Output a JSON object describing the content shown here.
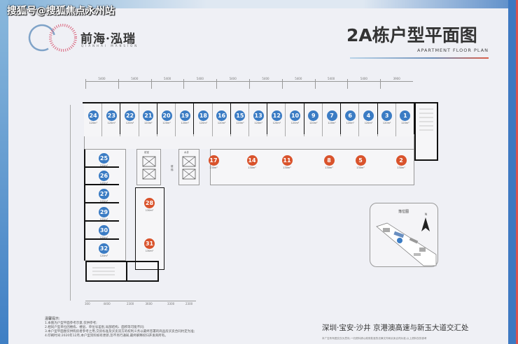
{
  "watermark": "搜狐号@搜狐焦点永州站",
  "brand": {
    "name": "前海·泓瑞",
    "subtitle": "QIANHAI MANSION"
  },
  "header": {
    "title": "2A栋户型平面图",
    "subtitle": "APARTMENT FLOOR PLAN"
  },
  "colors": {
    "blue_unit": "#3b7cc4",
    "orange_unit": "#d9532c",
    "stripe_blue": "#3d79c2",
    "stripe_red": "#d9534f"
  },
  "dimensions": {
    "top": [
      "5400",
      "5400",
      "5400",
      "5400",
      "5400",
      "5400",
      "5400",
      "5400",
      "5400",
      "3900"
    ],
    "bottom": [
      "300",
      "4400",
      "2300",
      "3600",
      "3300",
      "2300"
    ]
  },
  "floorplan": {
    "top_row": [
      {
        "no": "24",
        "area": "120m²"
      },
      {
        "no": "23",
        "area": "120m²"
      },
      {
        "no": "22",
        "area": "120m²"
      },
      {
        "no": "21",
        "area": "120m²"
      },
      {
        "no": "20",
        "area": "120m²"
      },
      {
        "no": "19",
        "area": "120m²"
      },
      {
        "no": "18",
        "area": "120m²"
      },
      {
        "no": "16",
        "area": "120m²"
      },
      {
        "no": "15",
        "area": "120m²"
      },
      {
        "no": "13",
        "area": "120m²"
      },
      {
        "no": "12",
        "area": "120m²"
      },
      {
        "no": "10",
        "area": "120m²"
      },
      {
        "no": "9",
        "area": "120m²"
      },
      {
        "no": "7",
        "area": "120m²"
      },
      {
        "no": "6",
        "area": "120m²"
      },
      {
        "no": "4",
        "area": "120m²"
      },
      {
        "no": "3",
        "area": "120m²"
      },
      {
        "no": "1",
        "area": "120m²"
      }
    ],
    "middle_row": [
      {
        "no": "17",
        "area": "130m²"
      },
      {
        "no": "14",
        "area": "130m²"
      },
      {
        "no": "11",
        "area": "130m²"
      },
      {
        "no": "8",
        "area": "130m²"
      },
      {
        "no": "5",
        "area": "130m²"
      },
      {
        "no": "2",
        "area": "130m²"
      }
    ],
    "left_column": [
      {
        "no": "25",
        "area": "120m²"
      },
      {
        "no": "26",
        "area": "120m²"
      },
      {
        "no": "27",
        "area": "120m²"
      },
      {
        "no": "29",
        "area": "120m²"
      },
      {
        "no": "30",
        "area": "120m²"
      },
      {
        "no": "32",
        "area": "120m²"
      }
    ],
    "inner_column": [
      {
        "no": "28",
        "area": "130m²"
      },
      {
        "no": "31",
        "area": "130m²"
      }
    ],
    "room_labels": {
      "shaft": "前室",
      "fire": "水井",
      "stair": "楼梯"
    }
  },
  "locator": {
    "title": "落位图",
    "north": "N"
  },
  "notes": {
    "title": "温馨提示:",
    "items": [
      "1.本图为户型平面参考示意,仅供参考;",
      "2.相同户型单位因楼栋、楼层、单位号差别,局部结构、面积等可能不同;",
      "3.本户型平面图仅供购房者参考之用,交房标准及买卖双方的权利义务以最终签署的商品房买卖合同约定为准;",
      "4.印刷时间:2020年12月,本户型资料如有更新,恕不另行通知,最终解释权归开发商所有。"
    ]
  },
  "footer": {
    "address": "深圳·宝安·沙井 京港澳高速与新玉大道交汇处",
    "disclaimer": "本广告所有图文仅为意向,一切资料请以政府批准的法律文件和买卖合同为准,以上资料仅供参考"
  }
}
